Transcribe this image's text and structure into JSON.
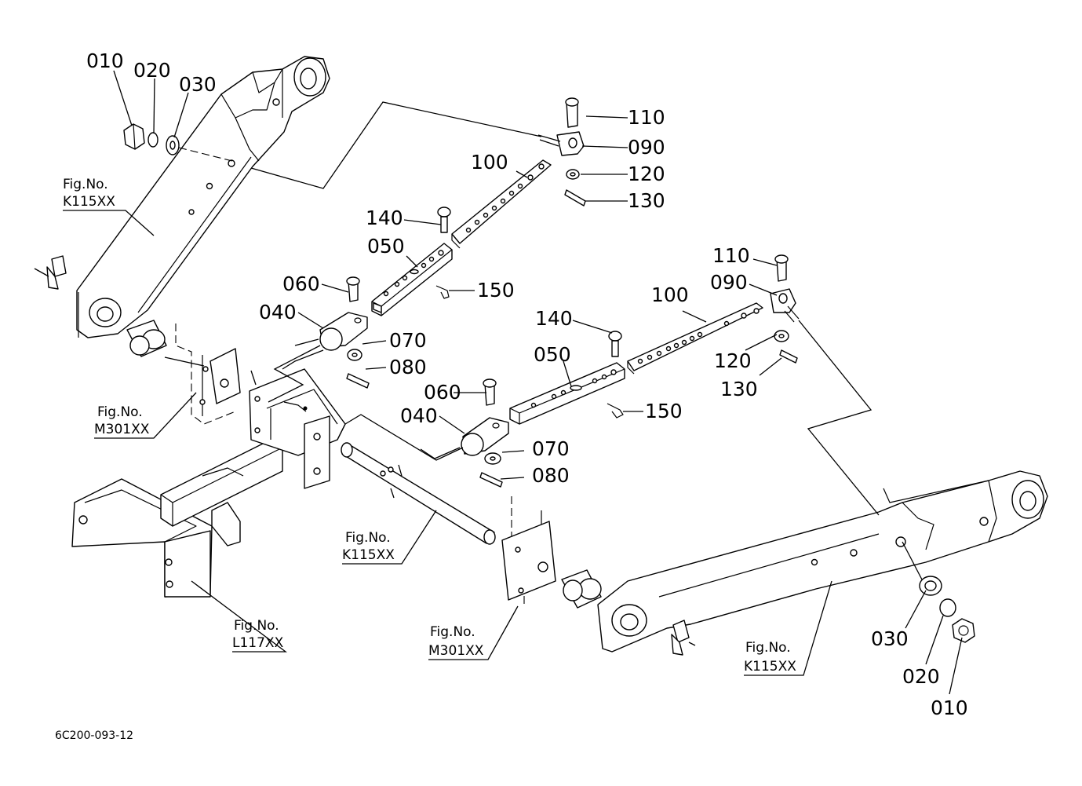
{
  "diagram_code": "6C200-093-12",
  "fig_refs": {
    "left_lift_arm": {
      "line1": "Fig.No.",
      "line2": "K115XX"
    },
    "left_bracket": {
      "line1": "Fig.No.",
      "line2": "M301XX"
    },
    "center_shaft": {
      "line1": "Fig.No.",
      "line2": "K115XX"
    },
    "frame": {
      "line1": "Fig.No.",
      "line2": "L117XX"
    },
    "right_bracket": {
      "line1": "Fig.No.",
      "line2": "M301XX"
    },
    "right_lift_arm": {
      "line1": "Fig.No.",
      "line2": "K115XX"
    }
  },
  "parts": {
    "left_nut": "010",
    "left_lock_washer": "020",
    "left_washer": "030",
    "top_pin": "110",
    "top_clevis": "090",
    "top_link_bar": "100",
    "top_washer": "120",
    "top_cotter": "130",
    "upper_pin_140": "140",
    "upper_sleeve": "050",
    "upper_spring_pin": "150",
    "upper_pin_060": "060",
    "upper_yoke": "040",
    "upper_washer_070": "070",
    "upper_cotter_080": "080",
    "right_pin": "110",
    "right_clevis": "090",
    "right_link_bar": "100",
    "right_washer": "120",
    "right_cotter": "130",
    "lower_pin_140": "140",
    "lower_sleeve": "050",
    "lower_spring_pin": "150",
    "lower_pin_060": "060",
    "lower_yoke": "040",
    "lower_washer_070": "070",
    "lower_cotter_080": "080",
    "right_washer_030": "030",
    "right_lock_washer": "020",
    "right_nut": "010"
  }
}
